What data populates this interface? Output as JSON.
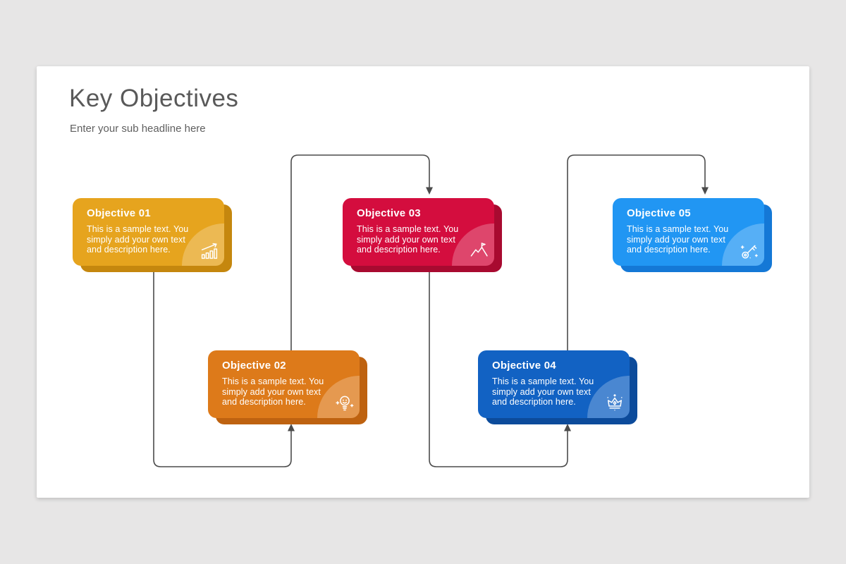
{
  "page": {
    "background_color": "#e7e6e6",
    "slide_color": "#ffffff"
  },
  "slide": {
    "title": "Key Objectives",
    "subtitle": "Enter your sub headline here",
    "title_color": "#595959"
  },
  "cards": [
    {
      "title": "Objective 01",
      "body": "This is a sample text. You simply add your own text and description here.",
      "color": "#E6A41E",
      "shadow_color": "#C5870E",
      "icon": "growth-chart-icon"
    },
    {
      "title": "Objective 02",
      "body": "This is a sample text. You simply add your own text and description here.",
      "color": "#DD7A1A",
      "shadow_color": "#BE6210",
      "icon": "idea-bulb-icon"
    },
    {
      "title": "Objective 03",
      "body": "This is a sample text. You simply add your own text and description here.",
      "color": "#D40D3E",
      "shadow_color": "#A80A30",
      "icon": "mountain-flag-icon"
    },
    {
      "title": "Objective 04",
      "body": "This is a sample text. You simply add your own text and description here.",
      "color": "#1262C3",
      "shadow_color": "#0C4B9B",
      "icon": "crown-icon"
    },
    {
      "title": "Objective 05",
      "body": "This is a sample text. You simply add your own text and description here.",
      "color": "#2196F3",
      "shadow_color": "#1478D6",
      "icon": "key-icon"
    }
  ],
  "connectors": {
    "color": "#4B4B4B",
    "flow": [
      "Objective 01 → Objective 02",
      "Objective 02 → Objective 03",
      "Objective 03 → Objective 04",
      "Objective 04 → Objective 05"
    ]
  }
}
